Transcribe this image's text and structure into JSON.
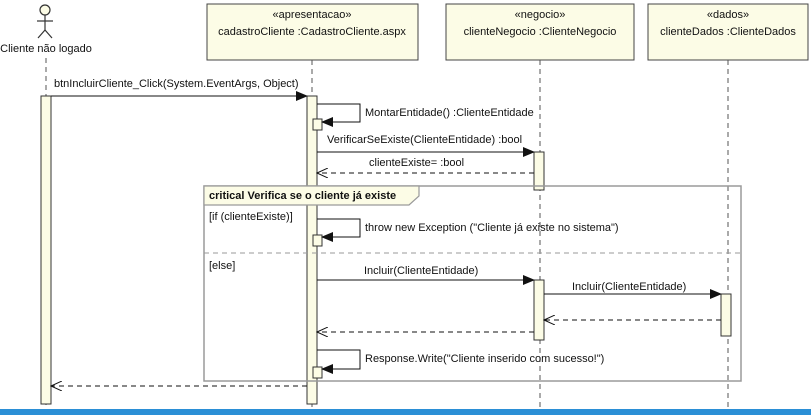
{
  "actor": {
    "label": "Cliente não logado"
  },
  "lifelines": [
    {
      "stereotype": "«apresentacao»",
      "name": "cadastroCliente :CadastroCliente.aspx"
    },
    {
      "stereotype": "«negocio»",
      "name": "clienteNegocio :ClienteNegocio"
    },
    {
      "stereotype": "«dados»",
      "name": "clienteDados :ClienteDados"
    }
  ],
  "messages": {
    "m1": "btnIncluirCliente_Click(System.EventArgs, Object)",
    "m2": "MontarEntidade() :ClienteEntidade",
    "m3": "VerificarSeExiste(ClienteEntidade) :bool",
    "m4": "clienteExiste=  :bool",
    "m5": "throw new Exception (\"Cliente já existe no sistema\")",
    "m6": "Incluir(ClienteEntidade)",
    "m7": "Incluir(ClienteEntidade)",
    "m8": "Response.Write(\"Cliente inserido com sucesso!\")"
  },
  "fragment": {
    "label": "critical Verifica se o cliente já existe",
    "guard_if": "[if (clienteExiste)]",
    "guard_else": "[else]"
  },
  "colors": {
    "box_fill": "#fcfce6",
    "border": "#333333",
    "fragment_border": "#9a9a9a",
    "accent": "#2b8fd6"
  }
}
